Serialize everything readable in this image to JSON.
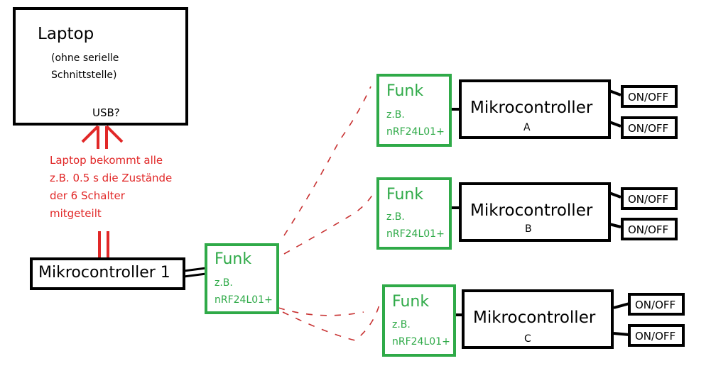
{
  "colors": {
    "black": "#000000",
    "green": "#2faa48",
    "red": "#e12828"
  },
  "laptop": {
    "title": "Laptop",
    "note_line1": "(ohne serielle",
    "note_line2": "Schnittstelle)",
    "port": "USB?"
  },
  "annotation": [
    "Laptop bekommt alle",
    "z.B. 0.5 s die Zustände",
    "der 6 Schalter",
    "mitgeteilt"
  ],
  "master": {
    "label": "Mikrocontroller 1",
    "radio": {
      "title": "Funk",
      "line1": "z.B.",
      "line2": "nRF24L01+"
    }
  },
  "nodes": [
    {
      "radio": {
        "title": "Funk",
        "line1": "z.B.",
        "line2": "nRF24L01+"
      },
      "mcu": {
        "label": "Mikrocontroller",
        "id": "A"
      },
      "switches": [
        "ON/OFF",
        "ON/OFF"
      ]
    },
    {
      "radio": {
        "title": "Funk",
        "line1": "z.B.",
        "line2": "nRF24L01+"
      },
      "mcu": {
        "label": "Mikrocontroller",
        "id": "B"
      },
      "switches": [
        "ON/OFF",
        "ON/OFF"
      ]
    },
    {
      "radio": {
        "title": "Funk",
        "line1": "z.B.",
        "line2": "nRF24L01+"
      },
      "mcu": {
        "label": "Mikrocontroller",
        "id": "C"
      },
      "switches": [
        "ON/OFF",
        "ON/OFF"
      ]
    }
  ]
}
